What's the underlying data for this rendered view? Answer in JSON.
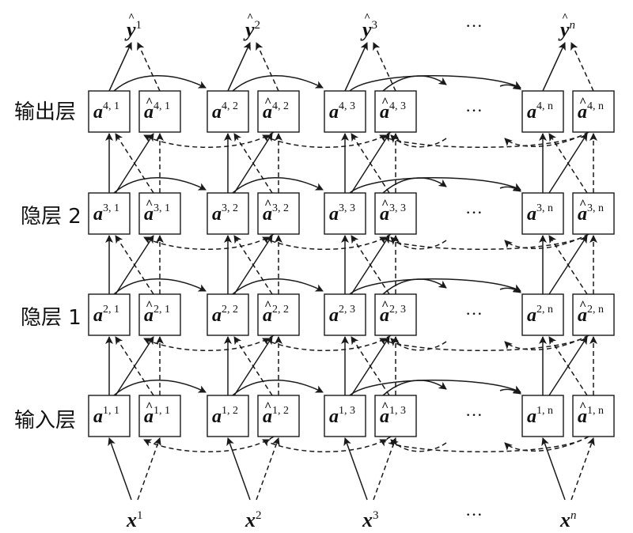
{
  "layers": [
    {
      "label": "输出层"
    },
    {
      "label": "隐层 2"
    },
    {
      "label": "隐层 1"
    },
    {
      "label": "输入层"
    }
  ],
  "node_base": "a",
  "output_base": "y",
  "input_base": "x",
  "hat_glyph": "^",
  "ellipsis": "···",
  "columns": [
    {
      "index": "1"
    },
    {
      "index": "2"
    },
    {
      "index": "3"
    },
    {
      "index": "n"
    }
  ],
  "layer_numbers": [
    "4",
    "3",
    "2",
    "1"
  ],
  "separator": ","
}
